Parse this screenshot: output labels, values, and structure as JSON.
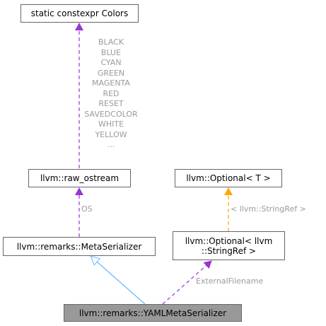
{
  "nodes": {
    "colors": "static constexpr Colors",
    "raw_ostream": "llvm::raw_ostream",
    "optional_t": "llvm::Optional< T >",
    "meta_serializer": "llvm::remarks::MetaSerializer",
    "optional_stringref_line1": "llvm::Optional< llvm",
    "optional_stringref_line2": "::StringRef >",
    "yaml_meta_serializer": "llvm::remarks::YAMLMetaSerializer"
  },
  "edge_labels": {
    "colors_members": [
      "BLACK",
      "BLUE",
      "CYAN",
      "GREEN",
      "MAGENTA",
      "RED",
      "RESET",
      "SAVEDCOLOR",
      "WHITE",
      "YELLOW",
      "..."
    ],
    "os": "OS",
    "template_arg": "< llvm::StringRef >",
    "external_filename": "ExternalFilename"
  },
  "colors": {
    "usage_edge": "#9a33d5",
    "inheritance_edge": "#63b8ff",
    "template_edge": "#ffa500",
    "node_border": "#666666",
    "focus_fill": "#999999",
    "label_text": "#9a9a9a"
  }
}
